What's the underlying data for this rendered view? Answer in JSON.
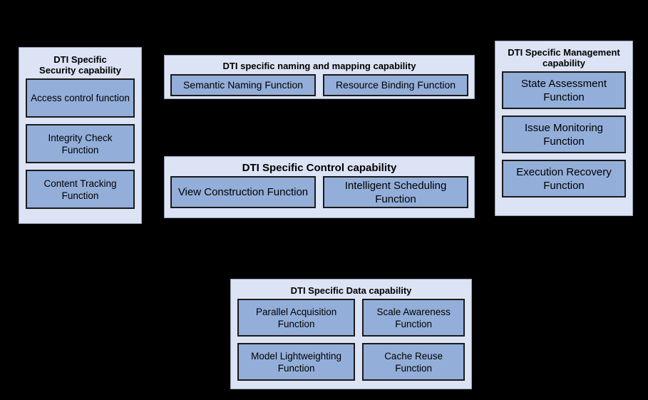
{
  "colors": {
    "background": "#000000",
    "panel_fill": "#dce3f4",
    "function_fill": "#93aed9",
    "function_border": "#1a1a1a",
    "text": "#000000"
  },
  "panels": {
    "security": {
      "title": "DTI Specific\nSecurity capability",
      "title_line1": "DTI Specific",
      "title_line2": "Security capability",
      "functions": [
        "Access control function",
        "Integrity Check Function",
        "Content Tracking Function"
      ]
    },
    "naming": {
      "title": "DTI specific naming and mapping capability",
      "functions": [
        "Semantic Naming Function",
        "Resource Binding Function"
      ]
    },
    "control": {
      "title": "DTI Specific Control capability",
      "functions": [
        "View Construction Function",
        "Intelligent Scheduling Function"
      ]
    },
    "management": {
      "title_line1": "DTI Specific Management",
      "title_line2": "capability",
      "functions": [
        "State Assessment Function",
        "Issue Monitoring Function",
        "Execution Recovery Function"
      ]
    },
    "data": {
      "title": "DTI Specific Data capability",
      "functions": [
        "Parallel Acquisition Function",
        "Scale Awareness Function",
        "Model Lightweighting Function",
        "Cache Reuse Function"
      ]
    }
  }
}
